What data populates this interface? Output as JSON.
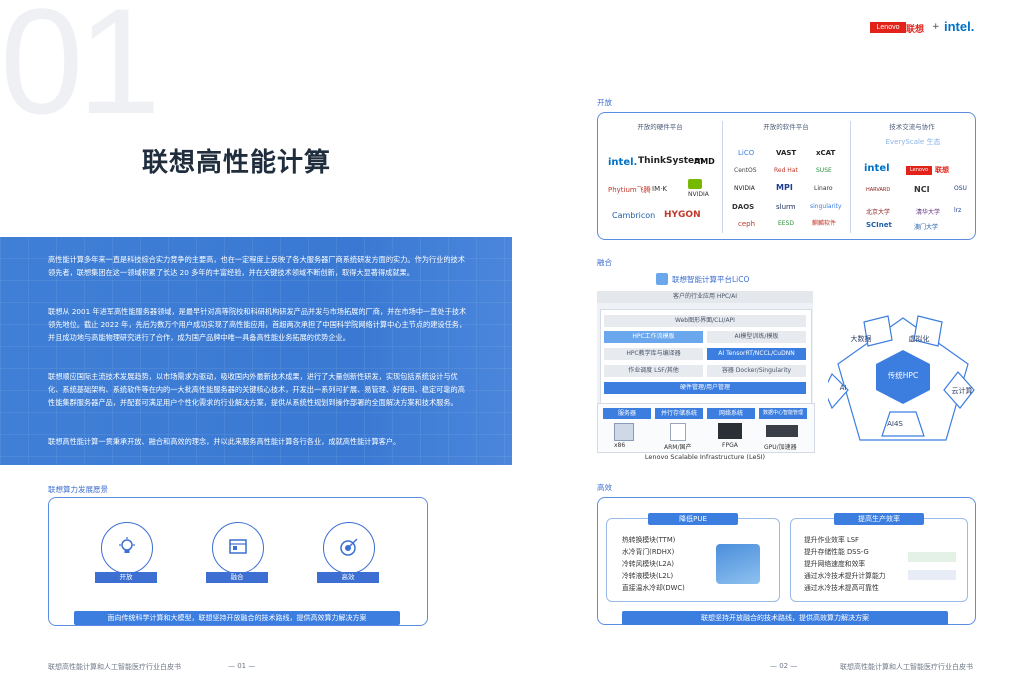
{
  "page_number_bg": "01",
  "title": "联想高性能计算",
  "header_logos": {
    "lenovo": "Lenovo",
    "lenovo_cn": "联想",
    "plus": "+",
    "intel": "intel."
  },
  "intro": {
    "p1": "高性能计算多年来一直是科技综合实力竞争的主要高，也在一定程度上反映了各大服务器厂商系统研发方面的实力。作为行业的技术领先者，联想集团在这一领域积累了长达 20 多年的丰富经验，并在关键技术领域不断创新，取得大显著得成就果。",
    "p2": "联想从 2001 年进军高性能服务器领域，是最早针对高等院校和科研机构研发产品并发与市场拓展的厂商，并在市场中一直处于技术领先地位。截止 2022 年，先后为数万个用户成功实现了高性能应用，首超两次承担了中国科学院网络计算中心主节点的建设任务，并且成功地与高能物理研究进行了合作，成为国产品牌中唯一具备高性能业务拓展的优势企业。",
    "p3": "联想顺应国际主流技术发展趋势，以市场需求为驱动，吸收国内外最新技术成果，进行了大量创新性研发，实现包括系统设计与优化、系统基础架构、系统软件等在内的一大批高性能服务器的关键核心技术，开发出一系列可扩展、易管理、好使用、稳定可靠的高性能集群服务器产品，并配套可满足用户个性化需求的行业解决方案，提供从系统性规划到操作部署的全面解决方案和技术服务。",
    "p4": "联想高性能计算一贯秉承开放、融合和高效的理念，并以此来服务高性能计算各行各业，成就高性能计算客户。"
  },
  "left_section": {
    "label": "联想算力发展愿景",
    "items": [
      {
        "label": "开放"
      },
      {
        "label": "融合"
      },
      {
        "label": "高效"
      }
    ],
    "banner": "面向传统科学计算和大模型，联想坚持开放融合的技术路线，提供高效算力解决方案"
  },
  "open_section": {
    "label": "开放",
    "hardware_title": "开放的硬件平台",
    "software_title": "开放的软件平台",
    "ecosystem_title": "技术交流与协作",
    "hardware_logos": [
      "intel.",
      "ThinkSystem",
      "AMD",
      "Phytium飞腾",
      "IM·K",
      "NVIDIA",
      "Cambricon",
      "HYGON"
    ],
    "software_logos": [
      "LiCO",
      "VAST",
      "xCAT",
      "CentOS",
      "Red Hat",
      "SUSE",
      "NVIDIA",
      "MPI",
      "Linaro",
      "DAOS",
      "slurm",
      "singularity",
      "ceph",
      "EESD",
      "麒麟软件"
    ],
    "ecosystem_subtitle": "EveryScale 生态",
    "ecosystem_logos": [
      "intel",
      "Lenovo",
      "联想",
      "HARVARD",
      "NCI",
      "OSU",
      "北京大学",
      "清华大学",
      "SCInet",
      "澳门大学",
      "lrz"
    ]
  },
  "fusion_section": {
    "label": "融合",
    "platform_title": "联想智能计算平台LiCO",
    "top_bar": "客户的行业应用 HPC/AI",
    "web_bar": "Web图形界面/CLI/API",
    "rows": [
      [
        "HPC工作流模板",
        "AI模型训练/模板"
      ],
      [
        "HPC教学库与编译器",
        "AI TensorRT/NCCL/CuDNN"
      ],
      [
        "作业调度 LSF/其他",
        "容器 Docker/Singularity"
      ]
    ],
    "cluster_mgmt": "硬件管理/用户管理",
    "hw_row": [
      "服务器",
      "并行存储系统",
      "网络系统",
      "数据中心智能管理"
    ],
    "hw_labels": [
      "x86",
      "ARM/国产",
      "FPGA",
      "GPU/加速器"
    ],
    "lesi": "Lenovo Scalable Infrastructure (LeSI)",
    "pentagon_center": "传统HPC",
    "pentagon_items": [
      "大数据",
      "虚拟化",
      "云计算",
      "AI4S",
      "AI"
    ]
  },
  "efficiency_section": {
    "label": "高效",
    "left_header": "降低PUE",
    "left_items": [
      "热转换模块(TTM)",
      "水冷背门(RDHX)",
      "冷转风模块(L2A)",
      "冷转液模块(L2L)",
      "直接温水冷却(DWC)"
    ],
    "right_header": "提高生产效率",
    "right_items": [
      "提升作业效率 LSF",
      "提升存储性能 DSS-G",
      "提升网络速度和效率",
      "通过水冷技术提升计算能力",
      "通过水冷技术提高可靠性"
    ],
    "banner": "联想坚持开放融合的技术路线，提供高效算力解决方案"
  },
  "footer": {
    "left_text": "联想高性能计算和人工智能医疗行业白皮书",
    "left_page": "— 01 —",
    "right_page": "— 02 —",
    "right_text": "联想高性能计算和人工智能医疗行业白皮书"
  },
  "colors": {
    "accent": "#3c7ee0",
    "lenovo_red": "#e2231a",
    "intel_blue": "#0071c5"
  }
}
